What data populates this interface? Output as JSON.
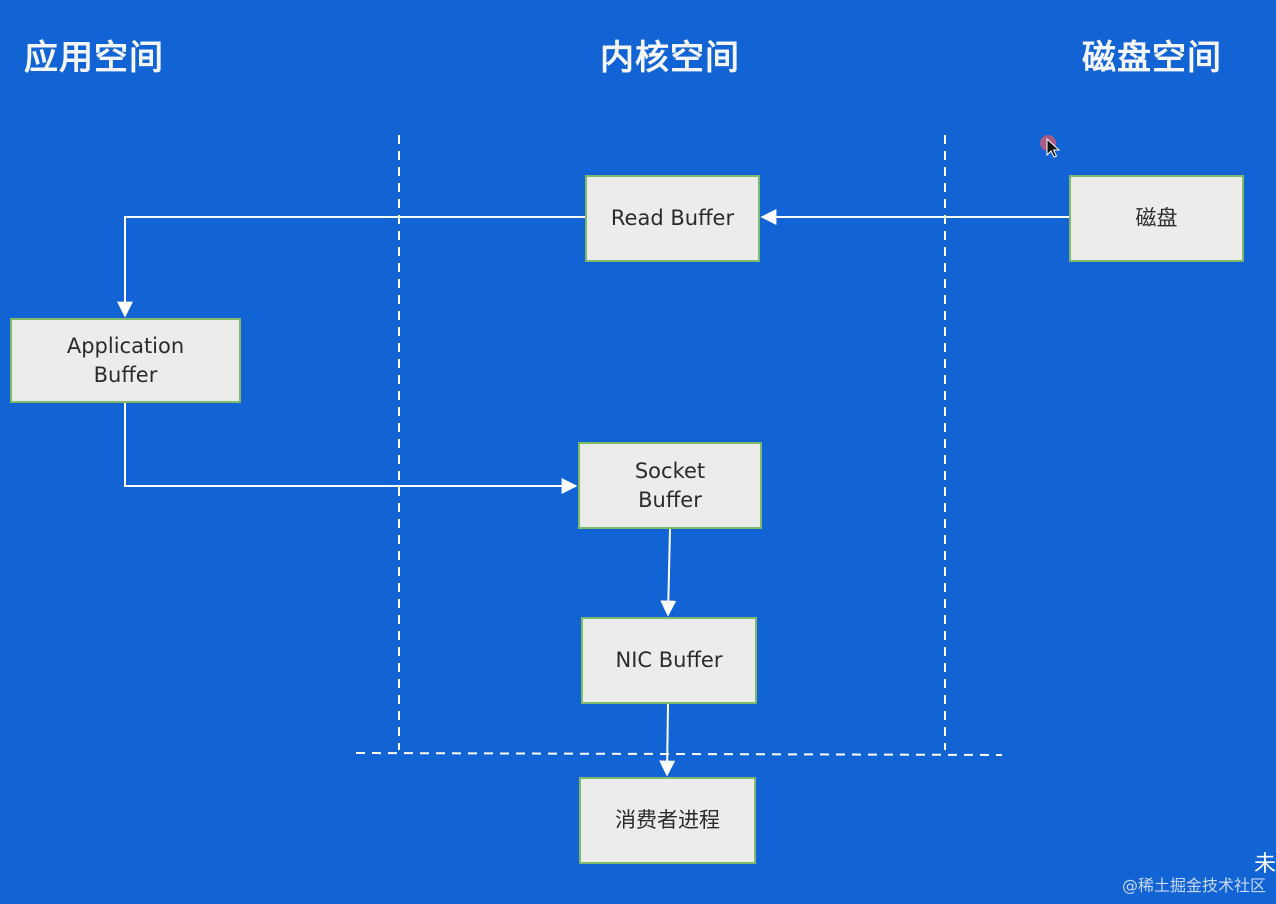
{
  "zones": {
    "application": "应用空间",
    "kernel": "内核空间",
    "disk": "磁盘空间"
  },
  "nodes": {
    "read_buffer": "Read Buffer",
    "disk": "磁盘",
    "application_buffer": "Application\nBuffer",
    "socket_buffer": "Socket\nBuffer",
    "nic_buffer": "NIC Buffer",
    "consumer_process": "消费者进程"
  },
  "edges": [
    {
      "from": "disk",
      "to": "read_buffer"
    },
    {
      "from": "read_buffer",
      "to": "application_buffer"
    },
    {
      "from": "application_buffer",
      "to": "socket_buffer"
    },
    {
      "from": "socket_buffer",
      "to": "nic_buffer"
    },
    {
      "from": "nic_buffer",
      "to": "consumer_process"
    }
  ],
  "overlay": {
    "edge_char": "未",
    "watermark": "@稀土掘金技术社区"
  },
  "colors": {
    "background": "#1263d3",
    "box_fill": "#ecedeb",
    "box_border": "#7fb96a",
    "line": "#ffffff"
  },
  "icons": {
    "cursor": "mouse-pointer-icon"
  }
}
